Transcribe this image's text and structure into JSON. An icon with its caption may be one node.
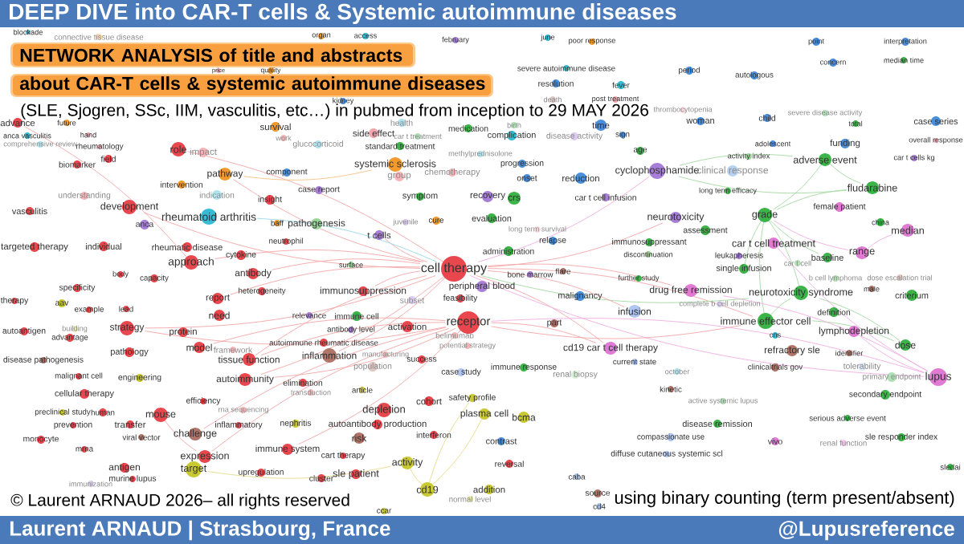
{
  "diagram": {
    "title": "DEEP DIVE into CAR-T cells & Systemic autoimmune diseases",
    "nodes": [
      {
        "text": [
          "blockade"
        ]
      },
      {
        "text": [
          "connective tissue disease"
        ]
      },
      {
        "text": [
          "organ"
        ]
      },
      {
        "text": [
          "access"
        ]
      },
      {
        "text": [
          "february"
        ]
      },
      {
        "text": [
          "june"
        ]
      },
      {
        "text": [
          "poor response"
        ]
      },
      {
        "text": [
          "severe autoimmune disease"
        ]
      },
      {
        "text": [
          "point"
        ]
      },
      {
        "text": [
          "interpretation"
        ]
      },
      {
        "text": [
          "concern"
        ]
      },
      {
        "text": [
          "median time"
        ]
      },
      {
        "text": [
          "period"
        ]
      },
      {
        "text": [
          "autologous"
        ]
      },
      {
        "text": [
          "price"
        ]
      },
      {
        "text": [
          "quality"
        ]
      },
      {
        "text": [
          "resolution"
        ]
      },
      {
        "text": [
          "fever"
        ]
      },
      {
        "text": [
          "kidney"
        ]
      },
      {
        "text": [
          "death"
        ]
      },
      {
        "text": [
          "post treatment"
        ]
      },
      {
        "text": [
          "thrombocytopenia"
        ]
      },
      {
        "text": [
          "advance"
        ]
      },
      {
        "text": [
          "future"
        ]
      },
      {
        "text": [
          "survival"
        ]
      },
      {
        "text": [
          "anca vasculitis"
        ]
      },
      {
        "text": [
          "hand"
        ]
      },
      {
        "text": [
          "comprehensive review"
        ]
      },
      {
        "text": [
          "rheumatology"
        ]
      },
      {
        "text": [
          "work"
        ]
      },
      {
        "text": [
          "glucocorticoid"
        ]
      },
      {
        "text": [
          "health"
        ]
      },
      {
        "text": [
          "side effect"
        ]
      },
      {
        "text": [
          "car t treatment"
        ]
      },
      {
        "text": [
          "medication"
        ]
      },
      {
        "text": [
          "birth"
        ]
      },
      {
        "text": [
          "complication"
        ]
      },
      {
        "text": [
          "disease activity"
        ]
      },
      {
        "text": [
          "time"
        ]
      },
      {
        "text": [
          "sign"
        ]
      },
      {
        "text": [
          "age"
        ]
      },
      {
        "text": [
          "woman"
        ]
      },
      {
        "text": [
          "child"
        ]
      },
      {
        "text": [
          "severe disease activity"
        ]
      },
      {
        "text": [
          "total"
        ]
      },
      {
        "text": [
          "case series"
        ]
      },
      {
        "text": [
          "role"
        ]
      },
      {
        "text": [
          "impact"
        ]
      },
      {
        "text": [
          "field"
        ]
      },
      {
        "text": [
          "biomarker"
        ]
      },
      {
        "text": [
          "standard treatment"
        ]
      },
      {
        "text": [
          "methylprednisolone"
        ]
      },
      {
        "text": [
          "adolescent"
        ]
      },
      {
        "text": [
          "funding"
        ]
      },
      {
        "text": [
          "overall response"
        ]
      },
      {
        "text": [
          "activity index"
        ]
      },
      {
        "text": [
          "adverse event"
        ]
      },
      {
        "text": [
          "car t cells kg"
        ]
      },
      {
        "text": [
          "systemic sclerosis"
        ]
      },
      {
        "text": [
          "group"
        ]
      },
      {
        "text": [
          "chemotherapy"
        ]
      },
      {
        "text": [
          "progression"
        ]
      },
      {
        "text": [
          "onset"
        ]
      },
      {
        "text": [
          "reduction"
        ]
      },
      {
        "text": [
          "cyclophosphamide"
        ]
      },
      {
        "text": [
          "clinical response"
        ]
      },
      {
        "text": [
          "pathway"
        ]
      },
      {
        "text": [
          "component"
        ]
      },
      {
        "text": [
          "intervention"
        ]
      },
      {
        "text": [
          "case report"
        ]
      },
      {
        "text": [
          "indication"
        ]
      },
      {
        "text": [
          "insight"
        ]
      },
      {
        "text": [
          "understanding"
        ]
      },
      {
        "text": [
          "symptom"
        ]
      },
      {
        "text": [
          "recovery"
        ]
      },
      {
        "text": [
          "crs"
        ]
      },
      {
        "text": [
          "car t cell infusion"
        ]
      },
      {
        "text": [
          "long term efficacy"
        ]
      },
      {
        "text": [
          "fludarabine"
        ]
      },
      {
        "text": [
          "development"
        ]
      },
      {
        "text": [
          "female patient"
        ]
      },
      {
        "text": [
          "rheumatoid arthritis"
        ]
      },
      {
        "text": [
          "vasculitis"
        ]
      },
      {
        "text": [
          "anca"
        ]
      },
      {
        "text": [
          "evaluation"
        ]
      },
      {
        "text": [
          "cure"
        ]
      },
      {
        "text": [
          "juvenile"
        ]
      },
      {
        "text": [
          "neurotoxicity"
        ]
      },
      {
        "text": [
          "grade"
        ]
      },
      {
        "text": [
          "baff"
        ]
      },
      {
        "text": [
          "pathogenesis"
        ]
      },
      {
        "text": [
          "long term survival"
        ]
      },
      {
        "text": [
          "assessment"
        ]
      },
      {
        "text": [
          "china"
        ]
      },
      {
        "text": [
          "median"
        ]
      },
      {
        "text": [
          "targeted therapy"
        ]
      },
      {
        "text": [
          "individual"
        ]
      },
      {
        "text": [
          "rheumatic disease"
        ]
      },
      {
        "text": [
          "neutrophil"
        ]
      },
      {
        "text": [
          "t cells"
        ]
      },
      {
        "text": [
          "relapse"
        ]
      },
      {
        "text": [
          "immunosuppressant"
        ]
      },
      {
        "text": [
          "car t cell treatment"
        ]
      },
      {
        "text": [
          "cytokine"
        ]
      },
      {
        "text": [
          "administration"
        ]
      },
      {
        "text": [
          "discontinuation"
        ]
      },
      {
        "text": [
          "leukapheresis"
        ]
      },
      {
        "text": [
          "baseline"
        ]
      },
      {
        "text": [
          "range"
        ]
      },
      {
        "text": [
          "approach"
        ]
      },
      {
        "text": [
          "surface"
        ]
      },
      {
        "text": [
          "single infusion"
        ]
      },
      {
        "text": [
          "car t cell"
        ]
      },
      {
        "text": [
          "cell therapy"
        ]
      },
      {
        "text": [
          "bone marrow"
        ]
      },
      {
        "text": [
          "flare"
        ]
      },
      {
        "text": [
          "further study"
        ]
      },
      {
        "text": [
          "specificity"
        ]
      },
      {
        "text": [
          "body"
        ]
      },
      {
        "text": [
          "capacity"
        ]
      },
      {
        "text": [
          "antibody"
        ]
      },
      {
        "text": [
          "heterogeneity"
        ]
      },
      {
        "text": [
          "immunosuppression"
        ]
      },
      {
        "text": [
          "peripheral blood"
        ]
      },
      {
        "text": [
          "subset"
        ]
      },
      {
        "text": [
          "feasibility"
        ]
      },
      {
        "text": [
          "malignancy"
        ]
      },
      {
        "text": [
          "drug free remission"
        ]
      },
      {
        "text": [
          "b cell lymphoma"
        ]
      },
      {
        "text": [
          "dose escalation trial"
        ]
      },
      {
        "text": [
          "male"
        ]
      },
      {
        "text": [
          "neurotoxicity syndrome"
        ]
      },
      {
        "text": [
          "criterium"
        ]
      },
      {
        "text": [
          "therapy"
        ]
      },
      {
        "text": [
          "complete b cell depletion"
        ]
      },
      {
        "text": [
          "aav"
        ]
      },
      {
        "text": [
          "example"
        ]
      },
      {
        "text": [
          "lead"
        ]
      },
      {
        "text": [
          "report"
        ]
      },
      {
        "text": [
          "need"
        ]
      },
      {
        "text": [
          "relevance"
        ]
      },
      {
        "text": [
          "immune cell"
        ]
      },
      {
        "text": [
          "activation"
        ]
      },
      {
        "text": [
          "receptor"
        ]
      },
      {
        "text": [
          "part"
        ]
      },
      {
        "text": [
          "infusion"
        ]
      },
      {
        "text": [
          "definition"
        ]
      },
      {
        "text": [
          "immune effector cell"
        ]
      },
      {
        "text": [
          "autoantigen"
        ]
      },
      {
        "text": [
          "building"
        ]
      },
      {
        "text": [
          "advantage"
        ]
      },
      {
        "text": [
          "strategy"
        ]
      },
      {
        "text": [
          "protein"
        ]
      },
      {
        "text": [
          "antibody level"
        ]
      },
      {
        "text": [
          "belimumab"
        ]
      },
      {
        "text": [
          "cns"
        ]
      },
      {
        "text": [
          "lymphodepletion"
        ]
      },
      {
        "text": [
          "autoimmune rheumatic disease"
        ]
      },
      {
        "text": [
          "potential strategy"
        ]
      },
      {
        "text": [
          "cd19 car t cell therapy"
        ]
      },
      {
        "text": [
          "dose"
        ]
      },
      {
        "text": [
          "model"
        ]
      },
      {
        "text": [
          "framework"
        ]
      },
      {
        "text": [
          "refractory sle"
        ]
      },
      {
        "text": [
          "identifier"
        ]
      },
      {
        "text": [
          "pathology"
        ]
      },
      {
        "text": [
          "inflammation"
        ]
      },
      {
        "text": [
          "manufacturing"
        ]
      },
      {
        "text": [
          "success"
        ]
      },
      {
        "text": [
          "tissue function"
        ]
      },
      {
        "text": [
          "disease pathogenesis"
        ]
      },
      {
        "text": [
          "current state"
        ]
      },
      {
        "text": [
          "population"
        ]
      },
      {
        "text": [
          "immune response"
        ]
      },
      {
        "text": [
          "clinicaltrials gov"
        ]
      },
      {
        "text": [
          "tolerability"
        ]
      },
      {
        "text": [
          "case study"
        ]
      },
      {
        "text": [
          "october"
        ]
      },
      {
        "text": [
          "renal biopsy"
        ]
      },
      {
        "text": [
          "malignant cell"
        ]
      },
      {
        "text": [
          "engineering"
        ]
      },
      {
        "text": [
          "autoimmunity"
        ]
      },
      {
        "text": [
          "primary endpoint"
        ]
      },
      {
        "text": [
          "lupus"
        ]
      },
      {
        "text": [
          "elimination"
        ]
      },
      {
        "text": [
          "article"
        ]
      },
      {
        "text": [
          "kinetic"
        ]
      },
      {
        "text": [
          "transduction"
        ]
      },
      {
        "text": [
          "cellular therapy"
        ]
      },
      {
        "text": [
          "secondary endpoint"
        ]
      },
      {
        "text": [
          "safety profile"
        ]
      },
      {
        "text": [
          "cohort"
        ]
      },
      {
        "text": [
          "efficiency"
        ]
      },
      {
        "text": [
          "active systemic lupus"
        ]
      },
      {
        "text": [
          "depletion"
        ]
      },
      {
        "text": [
          "rna sequencing"
        ]
      },
      {
        "text": [
          "preclinical study"
        ]
      },
      {
        "text": [
          "human"
        ]
      },
      {
        "text": [
          "plasma cell"
        ]
      },
      {
        "text": [
          "mouse"
        ]
      },
      {
        "text": [
          "bcma"
        ]
      },
      {
        "text": [
          "serious adverse event"
        ]
      },
      {
        "text": [
          "disease remission"
        ]
      },
      {
        "text": [
          "prevention"
        ]
      },
      {
        "text": [
          "transfer"
        ]
      },
      {
        "text": [
          "autoantibody production"
        ]
      },
      {
        "text": [
          "inflammatory"
        ]
      },
      {
        "text": [
          "nephritis"
        ]
      },
      {
        "text": [
          "interferon"
        ]
      },
      {
        "text": [
          "challenge"
        ]
      },
      {
        "text": [
          "viral vector"
        ]
      },
      {
        "text": [
          "risk"
        ]
      },
      {
        "text": [
          "compassionate use"
        ]
      },
      {
        "text": [
          "contrast"
        ]
      },
      {
        "text": [
          "monocyte"
        ]
      },
      {
        "text": [
          "vivo"
        ]
      },
      {
        "text": [
          "renal function"
        ]
      },
      {
        "text": [
          "sle responder index"
        ]
      },
      {
        "text": [
          "mrna"
        ]
      },
      {
        "text": [
          "immune system"
        ]
      },
      {
        "text": [
          "diffuse cutaneous systemic scl"
        ]
      },
      {
        "text": [
          "cart therapy"
        ]
      },
      {
        "text": [
          "expression"
        ]
      },
      {
        "text": [
          "activity"
        ]
      },
      {
        "text": [
          "reversal"
        ]
      },
      {
        "text": [
          "antigen"
        ]
      },
      {
        "text": [
          "target"
        ]
      },
      {
        "text": [
          "upregulation"
        ]
      },
      {
        "text": [
          "sle patient"
        ]
      },
      {
        "text": [
          "cluster"
        ]
      },
      {
        "text": [
          "caba"
        ]
      },
      {
        "text": [
          "murine lupus"
        ]
      },
      {
        "text": [
          "sledai"
        ]
      },
      {
        "text": [
          "immunization"
        ]
      },
      {
        "text": [
          "cd19"
        ]
      },
      {
        "text": [
          "addition"
        ]
      },
      {
        "text": [
          "normal level"
        ]
      },
      {
        "text": [
          "source"
        ]
      },
      {
        "text": [
          "ccar"
        ]
      },
      {
        "text": [
          "cd4"
        ]
      }
    ],
    "edges": [
      {
        "from": 113,
        "to": 46,
        "arrow": "none"
      },
      {
        "from": 113,
        "to": 79,
        "arrow": "none"
      },
      {
        "from": 113,
        "to": 109,
        "arrow": "none"
      },
      {
        "from": 113,
        "to": 66,
        "arrow": "none"
      },
      {
        "from": 113,
        "to": 120,
        "arrow": "none"
      },
      {
        "from": 113,
        "to": 166,
        "arrow": "none"
      },
      {
        "from": 113,
        "to": 169,
        "arrow": "none"
      },
      {
        "from": 113,
        "to": 151,
        "arrow": "none"
      },
      {
        "from": 113,
        "to": 64,
        "arrow": "none",
        "color": "#efaee0"
      },
      {
        "from": 113,
        "to": 127,
        "arrow": "none"
      },
      {
        "from": 113,
        "to": 87,
        "arrow": "none"
      },
      {
        "from": 113,
        "to": 159,
        "arrow": "none"
      },
      {
        "from": 113,
        "to": 183,
        "arrow": "none",
        "color": "#efaee0"
      },
      {
        "from": 113,
        "to": 99,
        "arrow": "none"
      },
      {
        "from": 113,
        "to": 138,
        "arrow": "none"
      },
      {
        "from": 113,
        "to": 181,
        "arrow": "none"
      },
      {
        "from": 113,
        "to": 122,
        "arrow": "none"
      },
      {
        "from": 113,
        "to": 147,
        "arrow": "none"
      },
      {
        "from": 113,
        "to": 131,
        "arrow": "none",
        "color": "#a3d9a0"
      },
      {
        "from": 113,
        "to": 145,
        "arrow": "none"
      },
      {
        "from": 113,
        "to": 81,
        "arrow": "none",
        "color": "#97d8e6"
      },
      {
        "from": 143,
        "to": 151,
        "arrow": "none"
      },
      {
        "from": 143,
        "to": 222,
        "arrow": "none"
      },
      {
        "from": 143,
        "to": 181,
        "arrow": "none"
      },
      {
        "from": 143,
        "to": 169,
        "arrow": "none"
      },
      {
        "from": 143,
        "to": 159,
        "arrow": "none"
      },
      {
        "from": 143,
        "to": 147,
        "arrow": "none"
      },
      {
        "from": 143,
        "to": 183,
        "arrow": "none",
        "color": "#efaee0"
      },
      {
        "from": 143,
        "to": 209,
        "arrow": "none"
      },
      {
        "from": 143,
        "to": 219,
        "arrow": "none"
      },
      {
        "from": 143,
        "to": 161,
        "arrow": "none"
      },
      {
        "from": 234,
        "to": 223,
        "arrow": "none",
        "color": "#e6d98a"
      },
      {
        "from": 234,
        "to": 198,
        "arrow": "none",
        "color": "#e6d98a"
      },
      {
        "from": 234,
        "to": 190,
        "arrow": "none",
        "color": "#e6d98a"
      },
      {
        "from": 226,
        "to": 223,
        "arrow": "none",
        "color": "#e6d98a"
      },
      {
        "from": 56,
        "to": 88,
        "arrow": "none",
        "color": "#a3d9a0"
      },
      {
        "from": 56,
        "to": 78,
        "arrow": "none",
        "color": "#a3d9a0"
      },
      {
        "from": 88,
        "to": 78,
        "arrow": "none",
        "color": "#a3d9a0"
      },
      {
        "from": 88,
        "to": 147,
        "arrow": "none",
        "color": "#a3d9a0"
      },
      {
        "from": 88,
        "to": 131,
        "arrow": "none",
        "color": "#a3d9a0"
      },
      {
        "from": 131,
        "to": 147,
        "arrow": "none",
        "color": "#a3d9a0"
      },
      {
        "from": 131,
        "to": 160,
        "arrow": "none",
        "color": "#a3d9a0"
      },
      {
        "from": 88,
        "to": 107,
        "arrow": "none",
        "color": "#a3d9a0"
      },
      {
        "from": 147,
        "to": 160,
        "arrow": "none",
        "color": "#a3d9a0"
      },
      {
        "from": 64,
        "to": 78,
        "arrow": "none",
        "color": "#a3d9a0"
      },
      {
        "from": 64,
        "to": 56,
        "arrow": "none",
        "color": "#a3d9a0"
      },
      {
        "from": 88,
        "to": 111,
        "arrow": "none",
        "color": "#a3d9a0"
      },
      {
        "from": 183,
        "to": 156,
        "arrow": "none",
        "color": "#efaee0"
      },
      {
        "from": 88,
        "to": 108,
        "arrow": "none",
        "color": "#efaee0"
      },
      {
        "from": 108,
        "to": 94,
        "arrow": "none",
        "color": "#efaee0"
      },
      {
        "from": 102,
        "to": 183,
        "arrow": "none",
        "color": "#efaee0"
      },
      {
        "from": 127,
        "to": 183,
        "arrow": "none",
        "color": "#efaee0"
      },
      {
        "from": 66,
        "to": 58,
        "arrow": "none",
        "color": "#f6c183"
      },
      {
        "from": 22,
        "to": 109,
        "arrow": "none"
      },
      {
        "from": 199,
        "to": 222,
        "arrow": "none"
      }
    ],
    "labels": [
      "NETWORK ANALYSIS of title and abstracts about CAR-T cells & systemic autoimmune diseases",
      "(SLE, Sjogren, SSc, IIM, vasculitis, etc…) in pubmed from inception to 29 MAY 2026",
      "© Laurent ARNAUD 2026– all rights reserved",
      "using binary counting (term present/absent)",
      "Laurent ARNAUD | Strasbourg, France",
      "@Lupusreference"
    ]
  }
}
